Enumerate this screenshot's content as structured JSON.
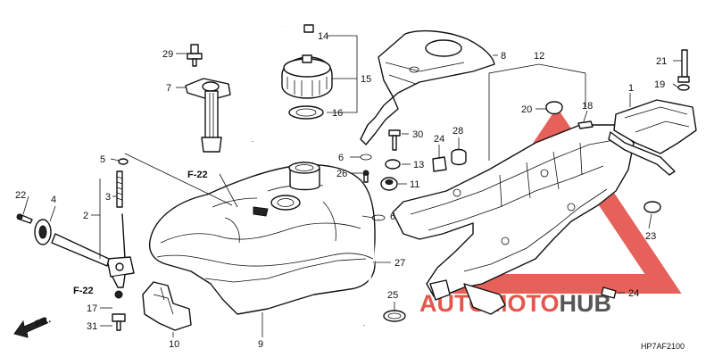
{
  "callouts": [
    {
      "id": "p1",
      "label": "1"
    },
    {
      "id": "p2",
      "label": "2"
    },
    {
      "id": "p3",
      "label": "3"
    },
    {
      "id": "p4",
      "label": "4"
    },
    {
      "id": "p5",
      "label": "5"
    },
    {
      "id": "p6a",
      "label": "6"
    },
    {
      "id": "p6b",
      "label": "6"
    },
    {
      "id": "p7",
      "label": "7"
    },
    {
      "id": "p8",
      "label": "8"
    },
    {
      "id": "p9",
      "label": "9"
    },
    {
      "id": "p10",
      "label": "10"
    },
    {
      "id": "p11",
      "label": "11"
    },
    {
      "id": "p12",
      "label": "12"
    },
    {
      "id": "p13",
      "label": "13"
    },
    {
      "id": "p14",
      "label": "14"
    },
    {
      "id": "p15",
      "label": "15"
    },
    {
      "id": "p16",
      "label": "16"
    },
    {
      "id": "p17",
      "label": "17"
    },
    {
      "id": "p18",
      "label": "18"
    },
    {
      "id": "p19",
      "label": "19"
    },
    {
      "id": "p20",
      "label": "20"
    },
    {
      "id": "p21",
      "label": "21"
    },
    {
      "id": "p22",
      "label": "22"
    },
    {
      "id": "p23",
      "label": "23"
    },
    {
      "id": "p24a",
      "label": "24"
    },
    {
      "id": "p24b",
      "label": "24"
    },
    {
      "id": "p25",
      "label": "25"
    },
    {
      "id": "p26",
      "label": "26"
    },
    {
      "id": "p27",
      "label": "27"
    },
    {
      "id": "p28",
      "label": "28"
    },
    {
      "id": "p29",
      "label": "29"
    },
    {
      "id": "p30",
      "label": "30"
    },
    {
      "id": "p31",
      "label": "31"
    }
  ],
  "references": [
    {
      "id": "r1",
      "label": "F-22"
    },
    {
      "id": "r2",
      "label": "F-22"
    }
  ],
  "front_marker": "FR.",
  "diagram_code": "HP7AF2100",
  "watermark": {
    "part1": "AUTO",
    "part2": "MOTO",
    "part3": "HUB",
    "color": "#e03a2f"
  }
}
